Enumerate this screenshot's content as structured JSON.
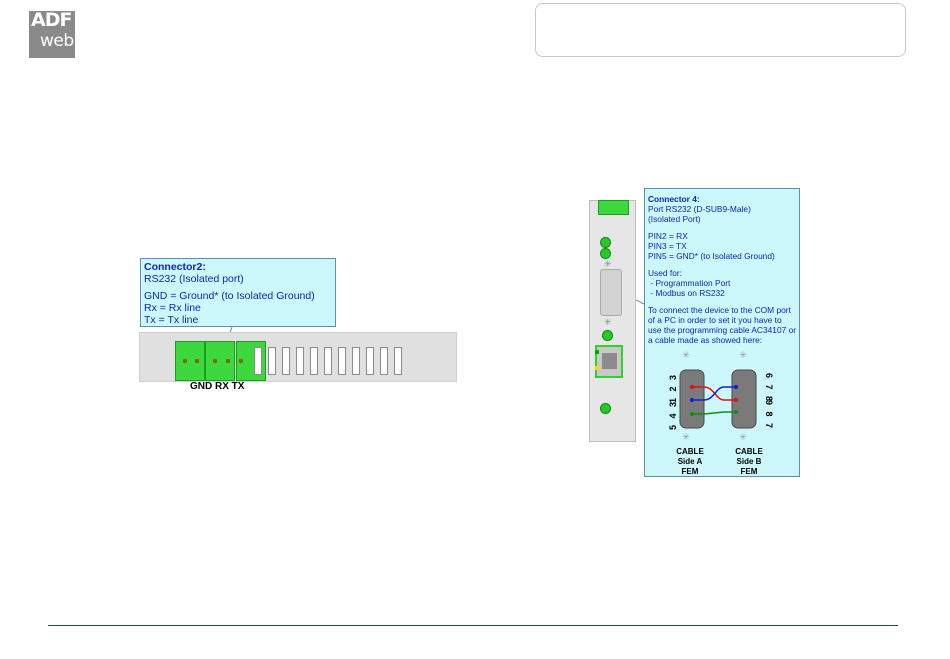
{
  "logo": {
    "line1": "ADF",
    "line2": "web"
  },
  "connector2": {
    "title": "Connector2:",
    "subtitle": "RS232 (Isolated port)",
    "lines": [
      "GND = Ground* (to Isolated Ground)",
      "Rx = Rx line",
      "Tx = Tx line"
    ],
    "pin_labels": "GND RX TX"
  },
  "connector4": {
    "title": "Connector 4:",
    "port_lines": [
      "Port RS232 (D-SUB9-Male)",
      "(Isolated Port)"
    ],
    "pin_lines": [
      "PIN2 = RX",
      "PIN3 = TX",
      "PIN5 = GND* (to Isolated Ground)"
    ],
    "used_for_lines": [
      "Used for:",
      " - Programmation Port",
      " - Modbus on RS232"
    ],
    "instruction_lines": [
      "To connect the device to the COM port",
      "of a PC in order to set it you have to",
      "use the programming cable AC34107 or",
      "a cable made as showed here:"
    ],
    "cable_a": [
      "CABLE",
      "Side A",
      "FEM"
    ],
    "cable_b": [
      "CABLE",
      "Side B",
      "FEM"
    ],
    "pins_a_top": "1 2 3",
    "pins_a_bottom": "5 4 3",
    "pins_b_top": "6 7 8",
    "pins_b_bottom": "9 8 7"
  },
  "colors": {
    "callout_bg": "#ccf7fb",
    "callout_text": "#0a2ab8",
    "terminal_green": "#3dd83d",
    "wire_red": "#e01010",
    "wire_blue": "#1020d8",
    "wire_green": "#109010"
  }
}
